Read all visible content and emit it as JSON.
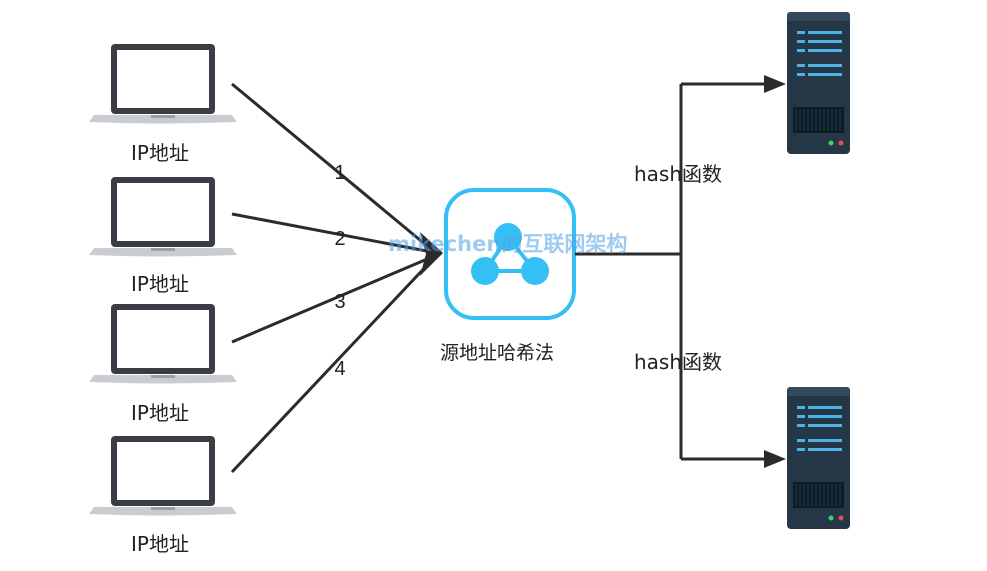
{
  "diagram": {
    "clients": [
      {
        "label": "IP地址",
        "edge_number": "1"
      },
      {
        "label": "IP地址",
        "edge_number": "2"
      },
      {
        "label": "IP地址",
        "edge_number": "3"
      },
      {
        "label": "IP地址",
        "edge_number": "4"
      }
    ],
    "balancer": {
      "label": "源地址哈希法",
      "icon": "share-network-icon"
    },
    "branches": [
      {
        "label": "hash函数",
        "target": "server-top"
      },
      {
        "label": "hash函数",
        "target": "server-bottom"
      }
    ],
    "servers": [
      {
        "icon": "server-rack-icon"
      },
      {
        "icon": "server-rack-icon"
      }
    ],
    "watermark": "mikechen的互联网架构",
    "colors": {
      "line": "#2b2b2b",
      "balancer_accent": "#35c0f5",
      "server_body": "#253746",
      "server_stripe": "#4db3e6",
      "laptop_frame": "#3a3d44"
    }
  }
}
